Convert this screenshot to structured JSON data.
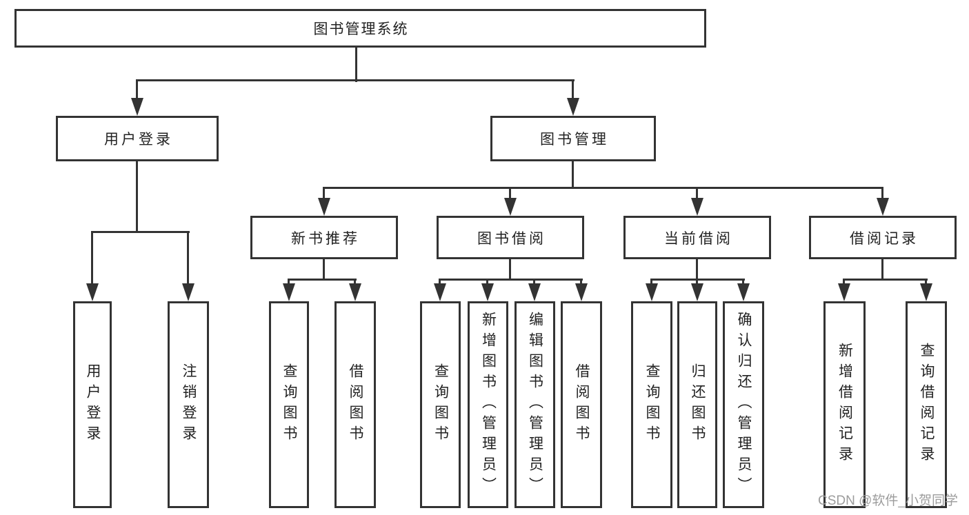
{
  "diagram": {
    "root": {
      "label": "图书管理系统"
    },
    "branches": {
      "user": {
        "label": "用户登录",
        "leaves": {
          "login": "用户登录",
          "logout": "注销登录"
        }
      },
      "book": {
        "label": "图书管理",
        "sections": {
          "new_books": {
            "label": "新书推荐",
            "leaves": {
              "query": "查询图书",
              "borrow": "借阅图书"
            }
          },
          "book_borrow": {
            "label": "图书借阅",
            "leaves": {
              "query": "查询图书",
              "add": "新增图书（管理员）",
              "edit": "编辑图书（管理员）",
              "borrow": "借阅图书"
            }
          },
          "current_borrow": {
            "label": "当前借阅",
            "leaves": {
              "query": "查询图书",
              "return": "归还图书",
              "confirm": "确认归还（管理员）"
            }
          },
          "borrow_records": {
            "label": "借阅记录",
            "leaves": {
              "add": "新增借阅记录",
              "query": "查询借阅记录"
            }
          }
        }
      }
    }
  },
  "watermark": {
    "text": "CSDN @软件_小贺同学"
  },
  "colors": {
    "line": "#333333",
    "text": "#222222",
    "watermark": "#9c9c9c",
    "background": "#ffffff"
  }
}
